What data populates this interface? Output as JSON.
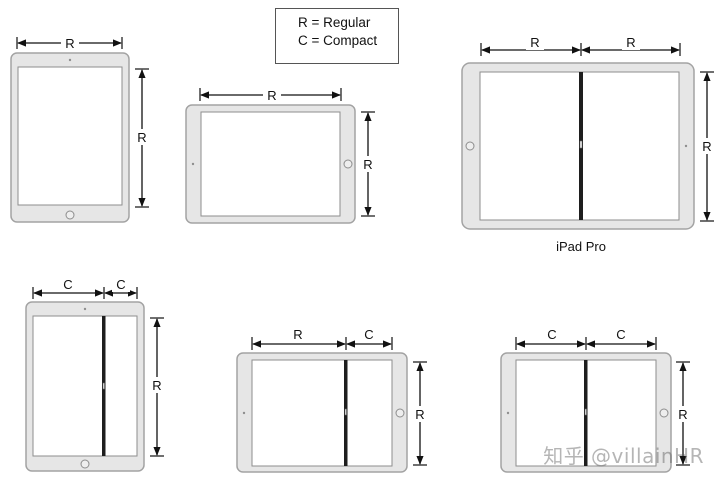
{
  "legend": {
    "regular": "R = Regular",
    "compact": "C = Compact"
  },
  "caption": "iPad Pro",
  "labels": {
    "d1_width": "R",
    "d1_height": "R",
    "d2_width": "R",
    "d2_height": "R",
    "d3_left": "R",
    "d3_right": "R",
    "d3_height": "R",
    "d4_left": "C",
    "d4_right": "C",
    "d4_height": "R",
    "d5_left": "R",
    "d5_right": "C",
    "d5_height": "R",
    "d6_left": "C",
    "d6_right": "C",
    "d6_height": "R"
  },
  "watermark": "知乎 @villainHR"
}
